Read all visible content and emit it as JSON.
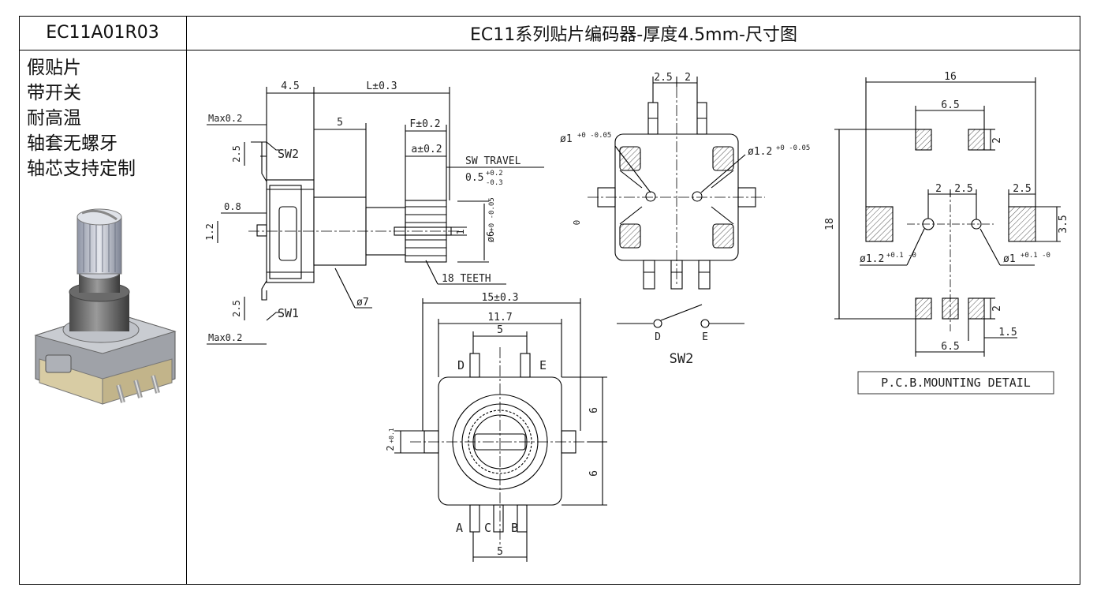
{
  "header": {
    "model": "EC11A01R03",
    "title": "EC11系列贴片编码器-厚度4.5mm-尺寸图"
  },
  "features": [
    "假贴片",
    "带开关",
    "耐高温",
    "轴套无螺牙",
    "轴芯支持定制"
  ],
  "side_view": {
    "dim_4_5": "4.5",
    "dim_L": "L±0.3",
    "dim_5": "5",
    "dim_F": "F±0.2",
    "dim_a": "a±0.2",
    "sw_travel": "SW TRAVEL",
    "sw_travel_val": "0.5",
    "sw_travel_tol_up": "+0.2",
    "sw_travel_tol_dn": "-0.3",
    "max_top": "Max0.2",
    "max_bottom": "Max0.2",
    "dim_2_5_top": "2.5",
    "dim_2_5_bottom": "2.5",
    "sw2": "SW2",
    "sw1": "SW1",
    "dim_0_8": "0.8",
    "dim_1_2": "1.2",
    "dim_1": "1",
    "dim_phi6": "ø6",
    "dim_phi6_tol": "+0 -0.05",
    "teeth": "18 TEETH",
    "dim_phi7": "ø7"
  },
  "top_view": {
    "dim_2_5": "2.5",
    "dim_2": "2",
    "hole_left": "ø1",
    "hole_left_tol": "+0 -0.05",
    "hole_right": "ø1.2",
    "hole_right_tol": "+0 -0.05",
    "side_zero": "0",
    "sw2_label": "SW2",
    "pin_d": "D",
    "pin_e": "E"
  },
  "front_view": {
    "dim_15": "15±0.3",
    "dim_11_7": "11.7",
    "dim_5_top": "5",
    "dim_5_bottom": "5",
    "dim_6_upper": "6",
    "dim_6_lower": "6",
    "dim_2_tol": "2",
    "dim_2_tol_val": "+0.1",
    "pin_d": "D",
    "pin_e": "E",
    "pin_a": "A",
    "pin_c": "C",
    "pin_b": "B"
  },
  "pcb_detail": {
    "dim_16": "16",
    "dim_6_5_top": "6.5",
    "dim_2_pad_top": "2",
    "dim_2": "2",
    "dim_2_5_center": "2.5",
    "dim_2_5_right": "2.5",
    "dim_18": "18",
    "dim_3_5": "3.5",
    "hole_left": "ø1.2",
    "hole_left_tol": "+0.1 -0",
    "hole_right": "ø1",
    "hole_right_tol": "+0.1 -0",
    "dim_2_pad_bottom": "2",
    "dim_1_5": "1.5",
    "dim_6_5_bottom": "6.5",
    "label": "P.C.B.MOUNTING DETAIL"
  },
  "colors": {
    "line": "#000000",
    "metal": "#b8bcc8",
    "body": "#c7b991",
    "hatch": "#555555"
  }
}
